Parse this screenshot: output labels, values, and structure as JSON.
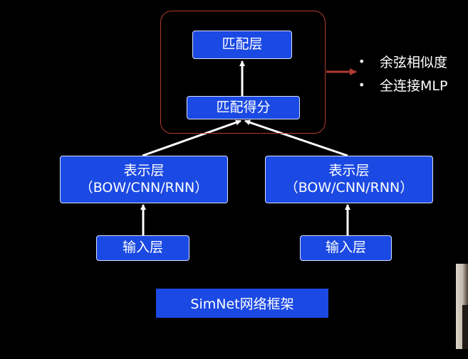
{
  "diagram": {
    "matching": {
      "layer_label": "匹配层",
      "score_label": "匹配得分"
    },
    "methods": [
      {
        "bullet": "•",
        "label": "余弦相似度"
      },
      {
        "bullet": "•",
        "label": "全连接MLP"
      }
    ],
    "representation_left": {
      "title": "表示层",
      "subtitle": "（BOW/CNN/RNN）"
    },
    "representation_right": {
      "title": "表示层",
      "subtitle": "（BOW/CNN/RNN）"
    },
    "input_left": {
      "label": "输入层"
    },
    "input_right": {
      "label": "输入层"
    },
    "caption": "SimNet网络框架",
    "colors": {
      "background": "#000000",
      "node_fill": "#1b49e3",
      "node_border": "#d9e1ff",
      "arrow": "#ffffff",
      "frame": "#b23a33"
    }
  }
}
